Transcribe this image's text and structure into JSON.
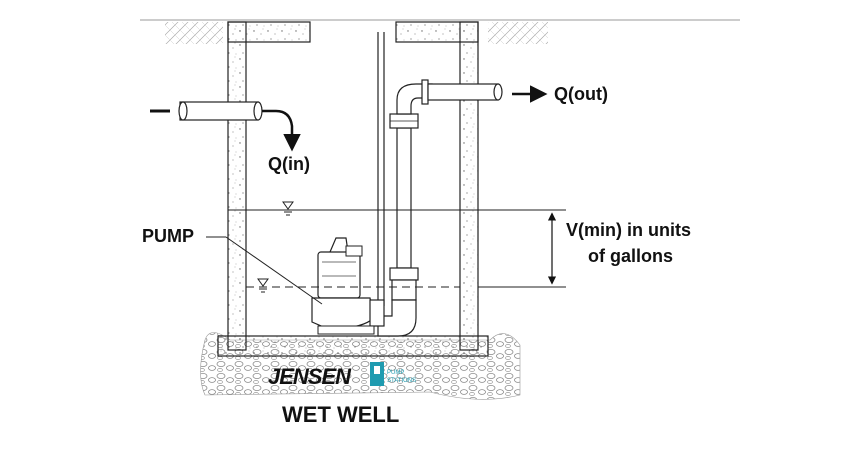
{
  "labels": {
    "q_out": "Q(out)",
    "q_in": "Q(in)",
    "pump": "PUMP",
    "v_min_line1": "V(min) in units",
    "v_min_line2": "of gallons",
    "title": "WET WELL"
  },
  "logo": {
    "brand": "JENSEN",
    "sub_line1": "PUMP",
    "sub_line2": "STATIONS"
  },
  "colors": {
    "line": "#222222",
    "concrete_speckle": "#777777",
    "logo_accent": "#1f9bb0"
  },
  "icons": {
    "water_level": "water-level-icon",
    "arrow": "arrow-icon"
  }
}
